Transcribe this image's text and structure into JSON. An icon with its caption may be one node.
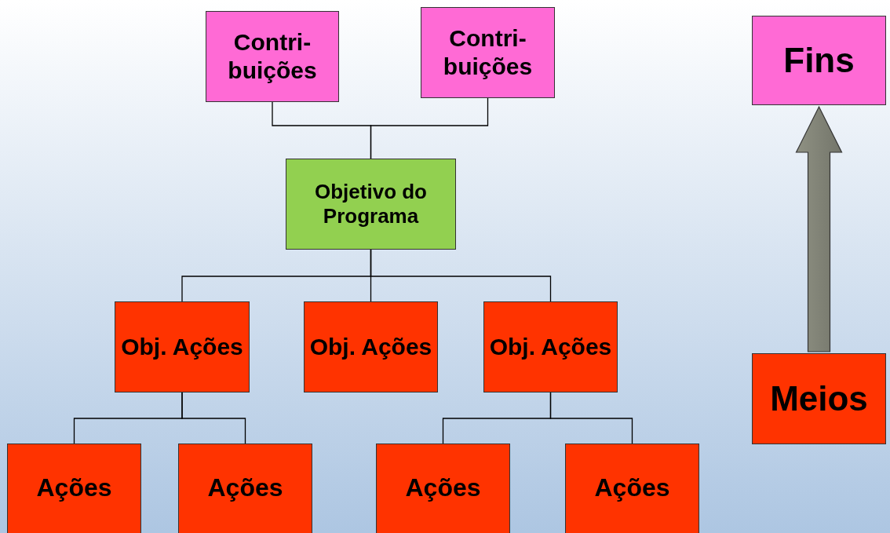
{
  "diagram": {
    "nodes": [
      {
        "text": [
          "Contri- buições"
        ]
      },
      {
        "text": [
          "Contri- buições"
        ]
      },
      {
        "text": [
          "Objetivo do Programa"
        ]
      },
      {
        "text": [
          "Obj. Ações"
        ]
      },
      {
        "text": [
          "Obj. Ações"
        ]
      },
      {
        "text": [
          "Obj. Ações"
        ]
      },
      {
        "text": [
          "Ações"
        ]
      },
      {
        "text": [
          "Ações"
        ]
      },
      {
        "text": [
          "Ações"
        ]
      },
      {
        "text": [
          "Ações"
        ]
      },
      {
        "text": [
          "Fins"
        ]
      },
      {
        "text": [
          "Meios"
        ]
      }
    ],
    "edges": [
      {
        "from": 2,
        "to": 0,
        "arrow": "none"
      },
      {
        "from": 2,
        "to": 1,
        "arrow": "none"
      },
      {
        "from": 2,
        "to": 3,
        "arrow": "none"
      },
      {
        "from": 2,
        "to": 4,
        "arrow": "none"
      },
      {
        "from": 2,
        "to": 5,
        "arrow": "none"
      },
      {
        "from": 3,
        "to": 6,
        "arrow": "none"
      },
      {
        "from": 3,
        "to": 7,
        "arrow": "none"
      },
      {
        "from": 5,
        "to": 8,
        "arrow": "none"
      },
      {
        "from": 5,
        "to": 9,
        "arrow": "none"
      },
      {
        "from": 11,
        "to": 10,
        "arrow": "to",
        "style": "thick",
        "color": "#8f9183"
      }
    ]
  }
}
